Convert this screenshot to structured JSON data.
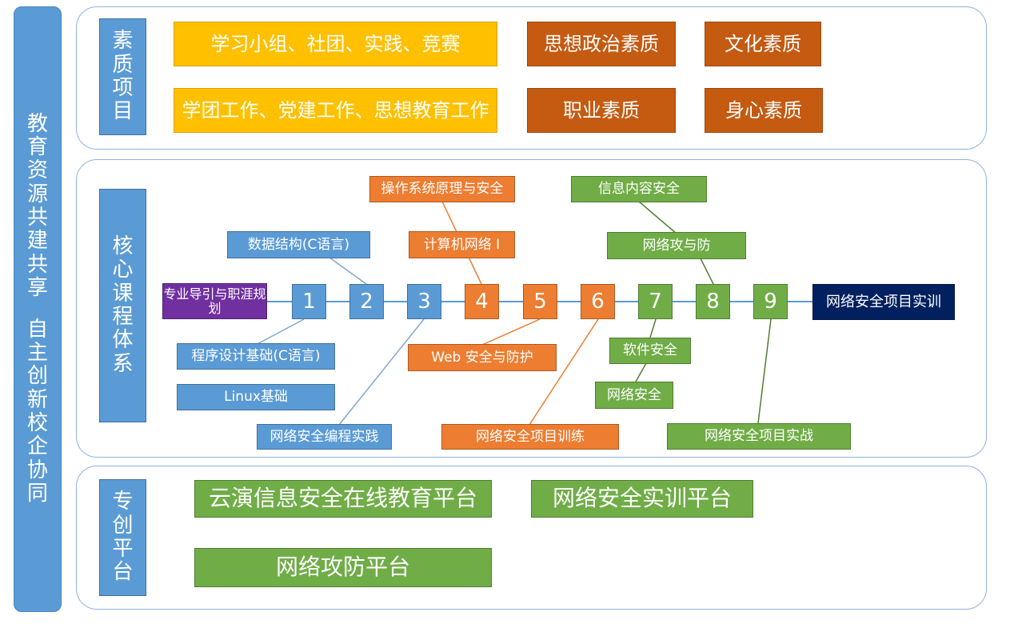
{
  "side_title": {
    "part1": [
      "教",
      "育",
      "资",
      "源",
      "共",
      "建",
      "共",
      "享"
    ],
    "part2": [
      "自",
      "主",
      "创",
      "新",
      "校",
      "企",
      "协",
      "同"
    ]
  },
  "categories": {
    "quality": [
      "素",
      "质",
      "项",
      "目"
    ],
    "core": [
      "核",
      "心",
      "课",
      "程",
      "体",
      "系"
    ],
    "platform": [
      "专",
      "创",
      "平",
      "台"
    ]
  },
  "quality_items": {
    "activity1": "学习小组、社团、实践、竞赛",
    "activity2": "学团工作、党建工作、思想教育工作",
    "ideological": "思想政治素质",
    "cultural": "文化素质",
    "professional": "职业素质",
    "physical": "身心素质"
  },
  "core": {
    "start": "专业导引与职涯规划",
    "end": "网络安全项目实训",
    "steps": [
      "1",
      "2",
      "3",
      "4",
      "5",
      "6",
      "7",
      "8",
      "9"
    ],
    "courses": {
      "data_structure": "数据结构(C语言)",
      "programming": "程序设计基础(C语言)",
      "linux": "Linux基础",
      "security_programming": "网络安全编程实践",
      "os": "操作系统原理与安全",
      "network": "计算机网络 I",
      "web_security": "Web 安全与防护",
      "project_training": "网络安全项目训练",
      "info_content": "信息内容安全",
      "attack_defense": "网络攻与防",
      "software_security": "软件安全",
      "network_security": "网络安全",
      "project_combat": "网络安全项目实战"
    }
  },
  "platforms": {
    "p1": "云演信息安全在线教育平台",
    "p2": "网络安全实训平台",
    "p3": "网络攻防平台"
  },
  "colors": {
    "blue": "#5b9bd5",
    "yellow": "#ffc000",
    "dark_orange": "#c55a11",
    "orange": "#ed7d31",
    "green": "#70ad47",
    "purple": "#7030a0",
    "navy": "#002060"
  }
}
